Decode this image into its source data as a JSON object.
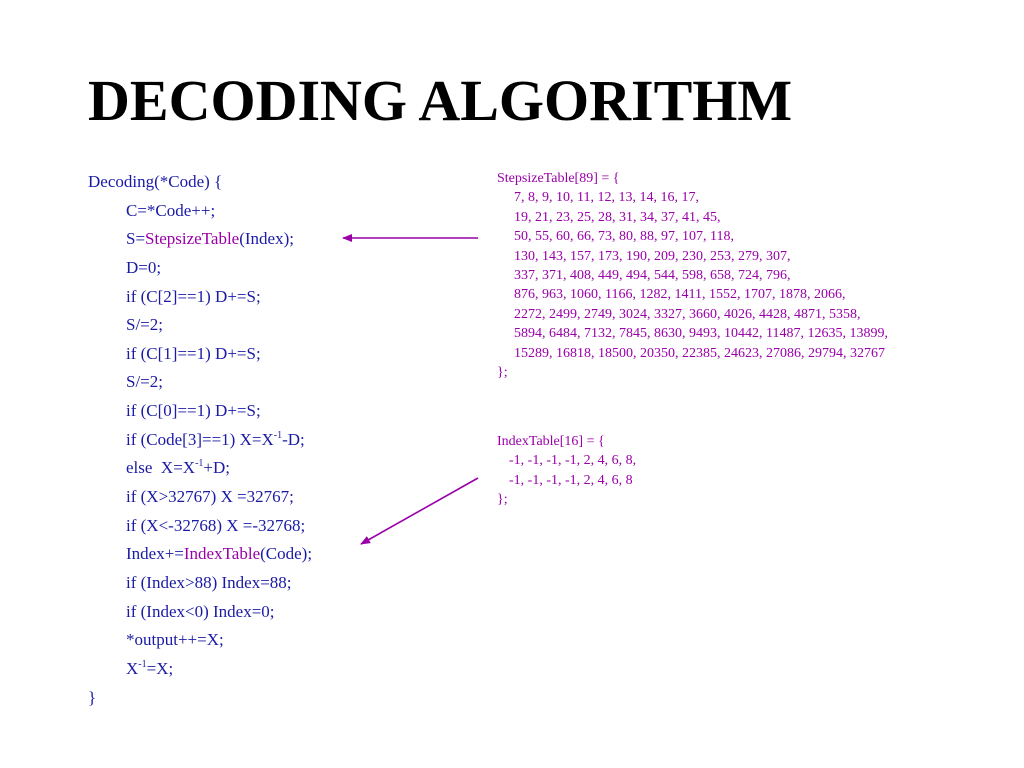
{
  "slide": {
    "title": "DECODING ALGORITHM"
  },
  "code": {
    "l00": "Decoding(*Code) {",
    "l01": "C=*Code++;",
    "l02_pre": "S=",
    "l02_fn": "StepsizeTable",
    "l02_post": "(Index);",
    "l03": "D=0;",
    "l04": "if (C[2]==1) D+=S;",
    "l05": "S/=2;",
    "l06": "if (C[1]==1) D+=S;",
    "l07": "S/=2;",
    "l08": "if (C[0]==1) D+=S;",
    "l09_pre": "if (Code[3]==1) X=X",
    "l09_sup": "-1",
    "l09_post": "-D;",
    "l10_pre": "else  X=X",
    "l10_sup": "-1",
    "l10_post": "+D;",
    "l11": "if (X>32767) X =32767;",
    "l12": "if (X<-32768) X =-32768;",
    "l13_pre": "Index+=",
    "l13_fn": "IndexTable",
    "l13_post": "(Code);",
    "l14": "if (Index>88) Index=88;",
    "l15": "if (Index<0) Index=0;",
    "l16": "*output++=X;",
    "l17_pre": "X",
    "l17_sup": "-1",
    "l17_post": "=X;",
    "l18": "}"
  },
  "stepsize_table": {
    "header": "StepsizeTable[89] = {",
    "rows": [
      "7, 8, 9, 10, 11, 12, 13, 14, 16, 17,",
      "19, 21, 23, 25, 28, 31, 34, 37, 41, 45,",
      "50, 55, 60, 66, 73, 80, 88, 97, 107, 118,",
      "130, 143, 157, 173, 190, 209, 230, 253, 279, 307,",
      "337, 371, 408, 449, 494, 544, 598, 658, 724, 796,",
      "876, 963, 1060, 1166, 1282, 1411, 1552, 1707, 1878, 2066,",
      "2272, 2499, 2749, 3024, 3327, 3660, 4026, 4428, 4871, 5358,",
      "5894, 6484, 7132, 7845, 8630, 9493, 10442, 11487, 12635, 13899,",
      "15289, 16818, 18500, 20350, 22385, 24623, 27086, 29794, 32767"
    ],
    "footer": "};"
  },
  "index_table": {
    "header": "IndexTable[16] = {",
    "rows": [
      "-1, -1, -1, -1, 2, 4, 6, 8,",
      "-1, -1, -1, -1, 2, 4, 6, 8"
    ],
    "footer": "};"
  },
  "colors": {
    "code_text": "#1a1aa6",
    "table_text": "#9900a8",
    "arrow": "#9900a8",
    "title": "#000000",
    "background": "#ffffff"
  }
}
